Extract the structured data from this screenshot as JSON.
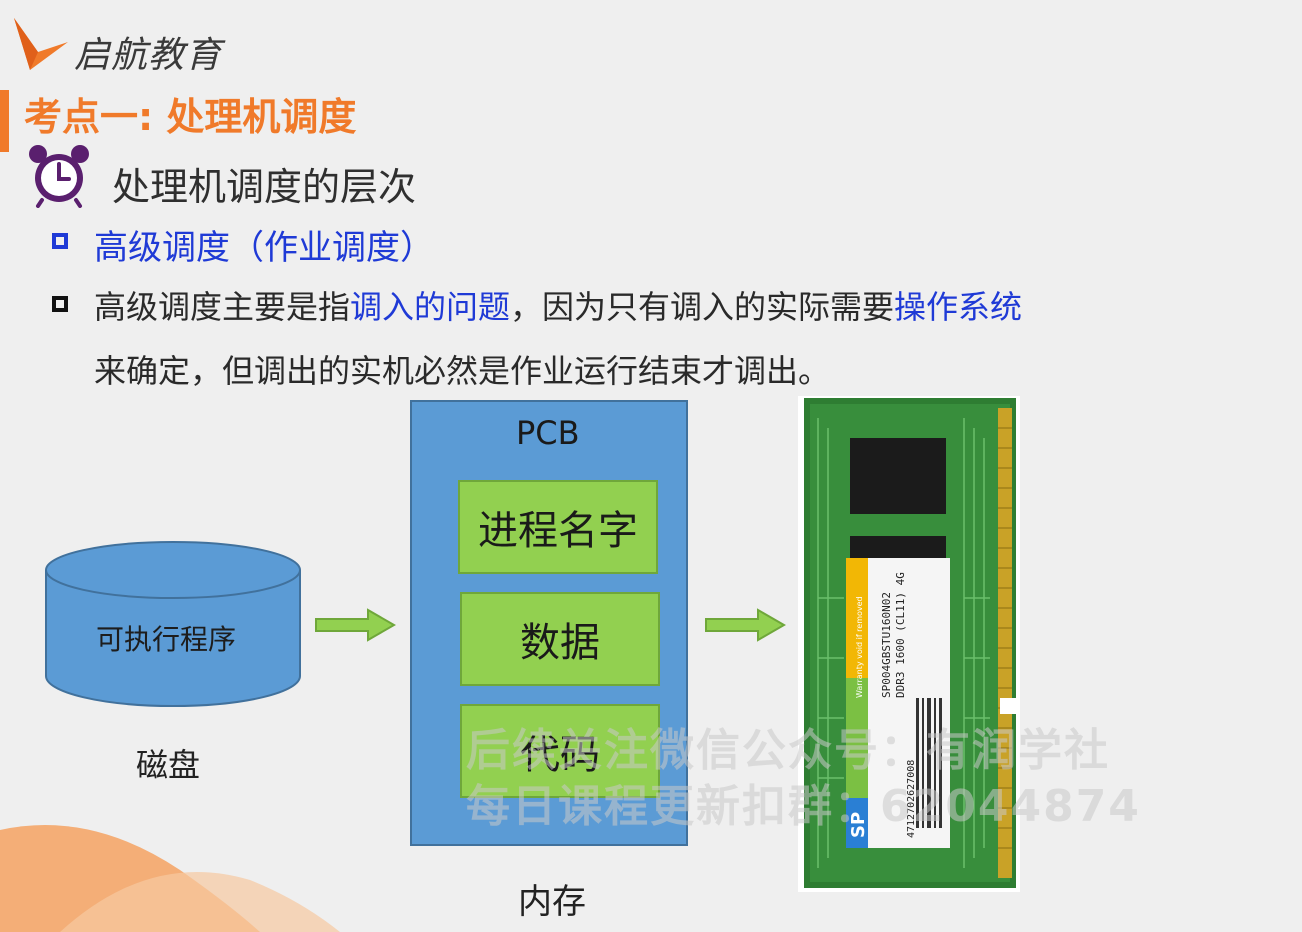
{
  "logo": {
    "text": "启航教育"
  },
  "section_title": "考点一: 处理机调度",
  "subtitle": "处理机调度的层次",
  "bullets": [
    {
      "text": "高级调度（作业调度）"
    }
  ],
  "paragraph": {
    "line1_parts": [
      "高级调度主要是指",
      "调入的问题",
      "，因为只有调入的实际需要",
      "操作系统"
    ],
    "line2": "来确定，但调出的实机必然是作业运行结束才调出。"
  },
  "diagram": {
    "disk_label": "可执行程序",
    "disk_caption": "磁盘",
    "pcb_label": "PCB",
    "blocks": [
      "进程名字",
      "数据",
      "代码"
    ],
    "memory_caption": "内存"
  },
  "watermark": {
    "line1": "后续关注微信公众号：有润学社",
    "line2": "每日课程更新扣群：62044874"
  },
  "ram_label": {
    "line1": "SP004GBSTU160N02",
    "line2": "DDR3 1600 (CL11) 4G",
    "barcode": "4712702627008",
    "warranty": "Warranty void if removed",
    "brand": "SP"
  },
  "colors": {
    "accent_orange": "#f07a2a",
    "link_blue": "#1f3ad6",
    "memory_blue": "#5b9bd5",
    "block_green": "#92d050"
  }
}
